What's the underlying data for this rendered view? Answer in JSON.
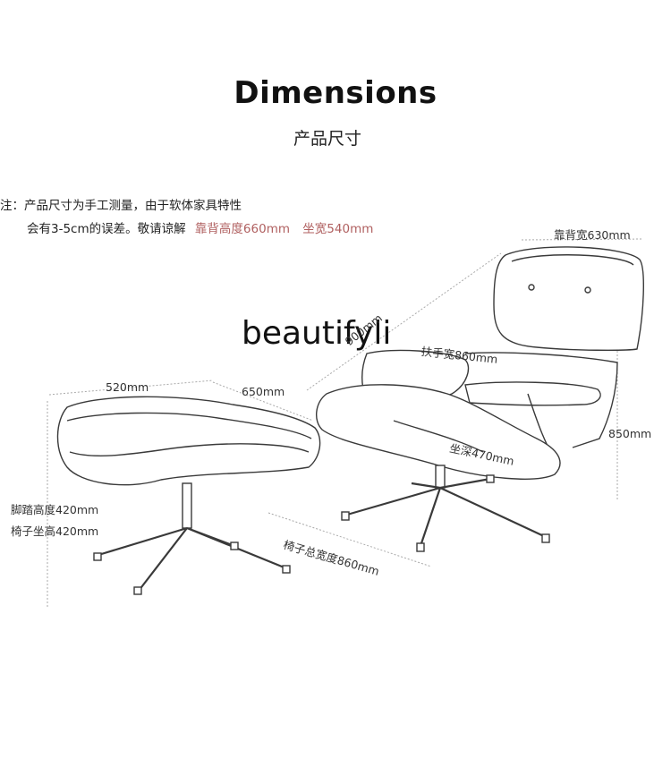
{
  "title": "Dimensions",
  "subtitle": "产品尺寸",
  "note": {
    "line1": "注：产品尺寸为手工测量，由于软体家具特性",
    "line2": "会有3-5cm的误差。敬请谅解",
    "backrest_height": "靠背高度660mm",
    "seat_width": "坐宽540mm"
  },
  "watermark": "beautifyli",
  "labels": {
    "backrest_width": "靠背宽630mm",
    "chair_depth": "900mm",
    "armrest_width": "扶手宽860mm",
    "chair_height": "850mm",
    "seat_depth": "坐深470mm",
    "chair_total_width": "椅子总宽度860mm",
    "ottoman_width": "520mm",
    "ottoman_depth": "650mm",
    "ottoman_height": "脚踏高度420mm",
    "seat_height": "椅子坐高420mm"
  },
  "colors": {
    "line": "#3a3a3a",
    "dimension_line": "#9a9a9a",
    "highlight": "#b06060"
  }
}
